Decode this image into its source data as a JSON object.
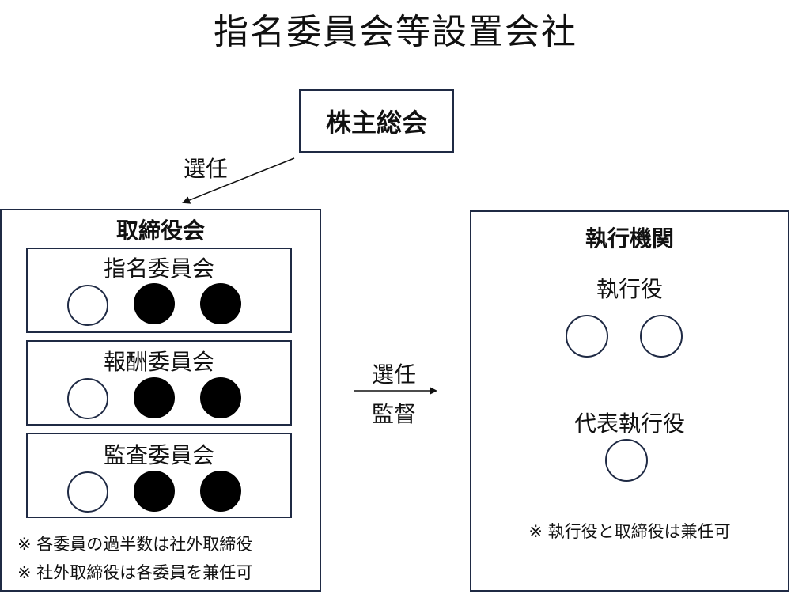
{
  "title": "指名委員会等設置会社",
  "shareholders_meeting": "株主総会",
  "elect_label": "選任",
  "board": {
    "title": "取締役会",
    "committees": [
      {
        "name": "指名委員会"
      },
      {
        "name": "報酬委員会"
      },
      {
        "name": "監査委員会"
      }
    ],
    "notes": [
      "※ 各委員の過半数は社外取締役",
      "※ 社外取締役は各委員を兼任可"
    ]
  },
  "board_to_exec": {
    "top": "選任",
    "bottom": "監督"
  },
  "executive": {
    "title": "執行機関",
    "officers_label": "執行役",
    "ceo_label": "代表執行役",
    "note": "※ 執行役と取締役は兼任可"
  },
  "colors": {
    "border": "#1f2a44",
    "filled": "#000000"
  }
}
